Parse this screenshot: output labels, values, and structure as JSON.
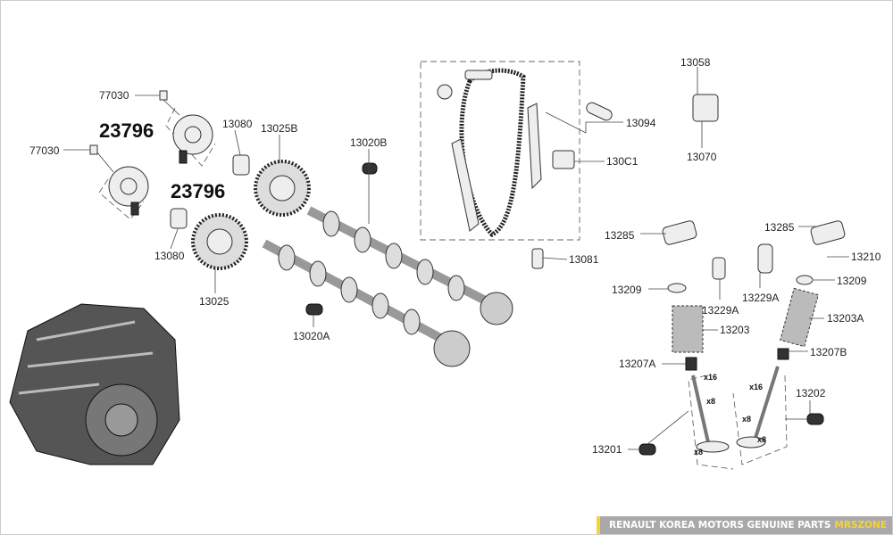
{
  "labels": [
    "77030",
    "77030",
    "13080",
    "13025B",
    "13020B",
    "13080",
    "13025",
    "13020A",
    "13094",
    "130C1",
    "13081",
    "13058",
    "13070",
    "13285",
    "13285",
    "13210",
    "13209",
    "13229A",
    "13229A",
    "13209",
    "13203A",
    "13203",
    "13207A",
    "13207B",
    "13202",
    "13201"
  ],
  "callouts": [
    "23796",
    "23796"
  ],
  "quantities": [
    "x16",
    "x8",
    "x8",
    "x16",
    "x8",
    "x8"
  ],
  "banner": {
    "text": "RENAULT KOREA MOTORS GENUINE PARTS",
    "brand": "MRSZONE"
  },
  "colors": {
    "accent": "#f5d33a",
    "banner_bg": "#a9a9a9"
  }
}
